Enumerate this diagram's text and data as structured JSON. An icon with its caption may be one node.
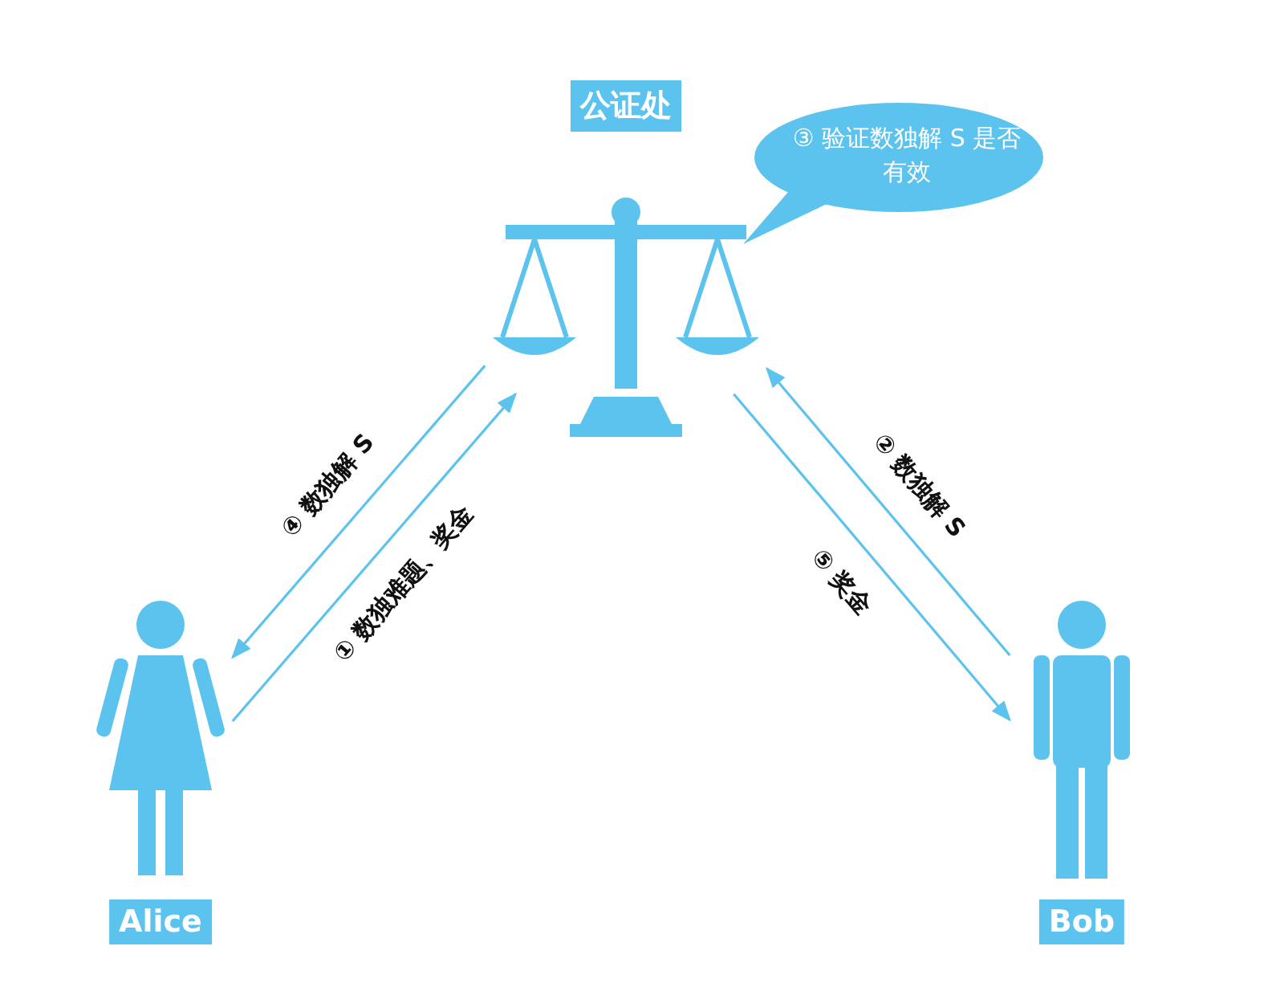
{
  "diagram": {
    "nodes": [
      {
        "text": [
          "公证处"
        ]
      },
      {
        "text": [
          "③ 验证数独解 S 是否有效"
        ]
      },
      {
        "text": [
          "Alice"
        ]
      },
      {
        "text": [
          "Bob"
        ]
      }
    ],
    "edges": [
      {
        "from": 2,
        "to": 0,
        "arrow": "to",
        "label": "① 数独难题、奖金"
      },
      {
        "from": 0,
        "to": 2,
        "arrow": "to",
        "label": "④ 数独解 S"
      },
      {
        "from": 3,
        "to": 0,
        "arrow": "to",
        "label": "② 数独解 S"
      },
      {
        "from": 0,
        "to": 3,
        "arrow": "to",
        "label": "⑤ 奖金"
      }
    ]
  }
}
